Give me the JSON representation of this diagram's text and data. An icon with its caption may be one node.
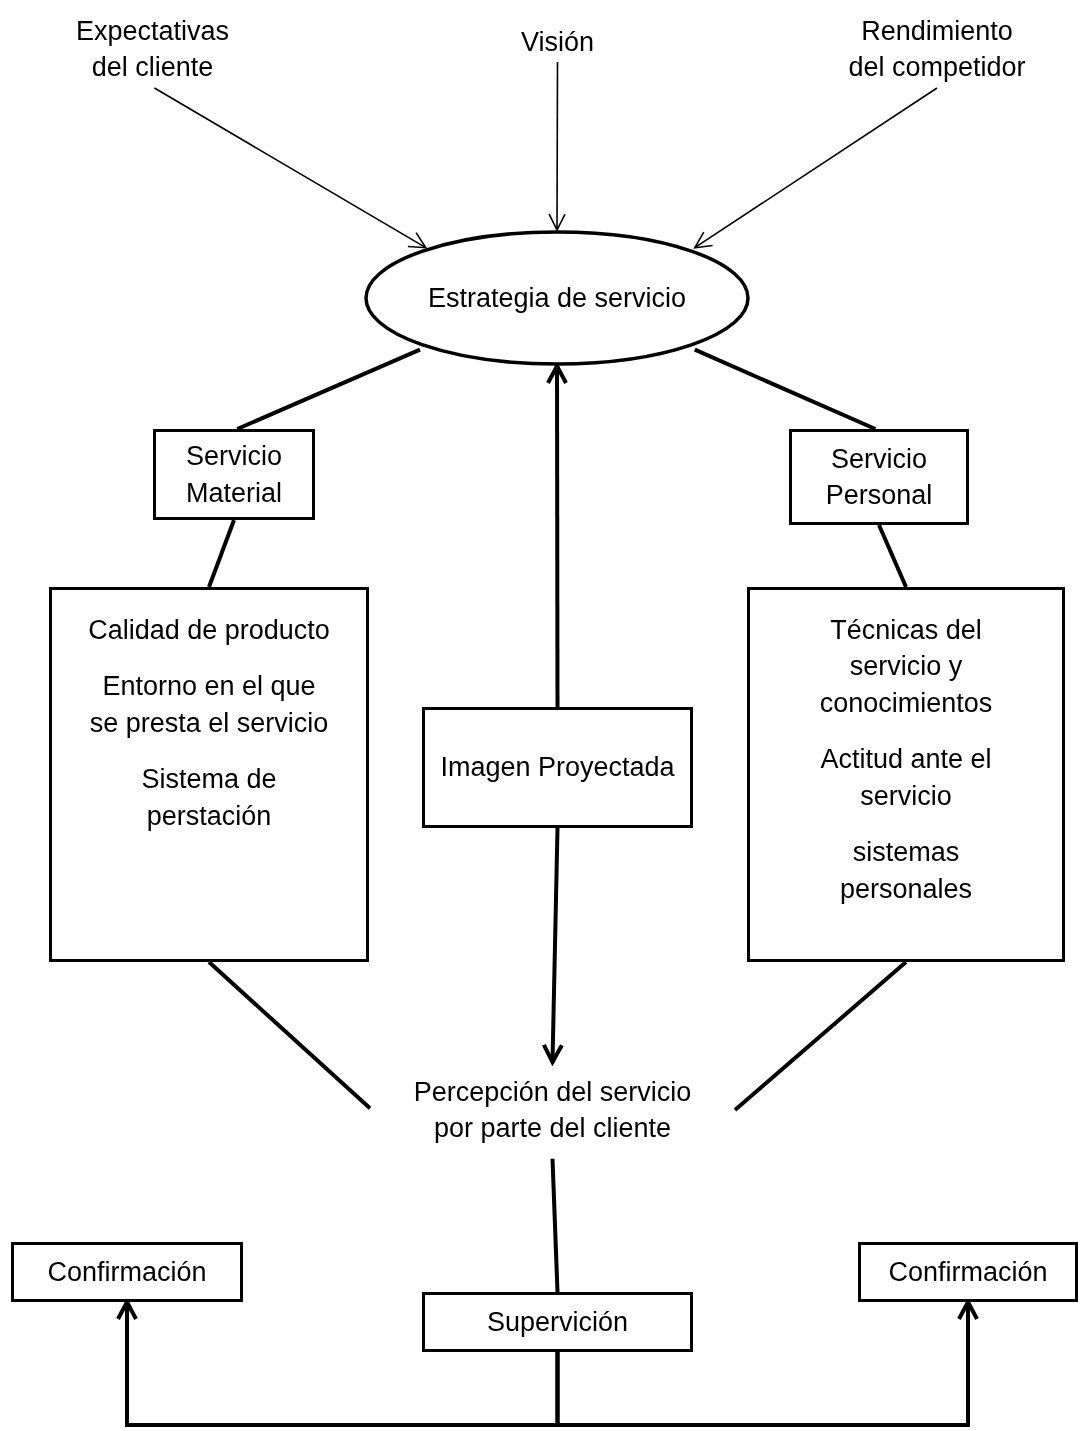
{
  "diagram": {
    "nodes": [
      {
        "text": [
          "Expectativas del cliente"
        ]
      },
      {
        "text": [
          "Visión"
        ]
      },
      {
        "text": [
          "Rendimiento del competidor"
        ]
      },
      {
        "text": [
          "Estrategia de servicio"
        ]
      },
      {
        "text": [
          "Servicio Material"
        ]
      },
      {
        "text": [
          "Servicio Personal"
        ]
      },
      {
        "text": [
          "Calidad de producto",
          "Entorno en el que se presta el servicio",
          "Sistema de perstación"
        ]
      },
      {
        "text": [
          "Imagen Proyectada"
        ]
      },
      {
        "text": [
          "Técnicas del servicio y conocimientos",
          "Actitud ante el servicio",
          "sistemas personales"
        ]
      },
      {
        "text": [
          "Percepción del servicio por parte del cliente"
        ]
      },
      {
        "text": [
          "Confirmación"
        ]
      },
      {
        "text": [
          "Supervición"
        ]
      },
      {
        "text": [
          "Confirmación"
        ]
      }
    ],
    "edges": [
      {
        "from": 0,
        "to": 3,
        "arrow": "to"
      },
      {
        "from": 1,
        "to": 3,
        "arrow": "to"
      },
      {
        "from": 2,
        "to": 3,
        "arrow": "to"
      },
      {
        "from": 3,
        "to": 4,
        "arrow": "none"
      },
      {
        "from": 3,
        "to": 5,
        "arrow": "none"
      },
      {
        "from": 4,
        "to": 6,
        "arrow": "none"
      },
      {
        "from": 5,
        "to": 8,
        "arrow": "none"
      },
      {
        "from": 7,
        "to": 3,
        "arrow": "to"
      },
      {
        "from": 7,
        "to": 9,
        "arrow": "to"
      },
      {
        "from": 6,
        "to": 9,
        "arrow": "none"
      },
      {
        "from": 8,
        "to": 9,
        "arrow": "none"
      },
      {
        "from": 9,
        "to": 11,
        "arrow": "none"
      },
      {
        "from": 11,
        "to": 10,
        "arrow": "to"
      },
      {
        "from": 11,
        "to": 12,
        "arrow": "to"
      }
    ]
  }
}
